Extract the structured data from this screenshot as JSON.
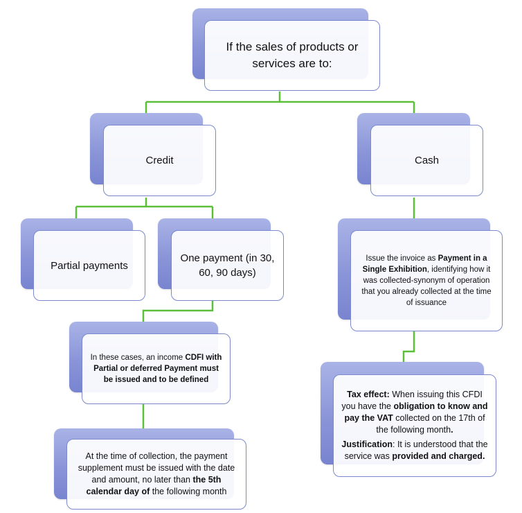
{
  "diagram": {
    "root": "If the sales of products or services are to:",
    "credit": "Credit",
    "cash": "Cash",
    "partial_payments": "Partial payments",
    "one_payment": "One payment (in 30, 60, 90 days)",
    "cdfi_note": {
      "a": "In these cases, an income ",
      "b": "CDFI with Partial or deferred Payment must be issued and to be defined"
    },
    "collection_note": {
      "a": "At the time of collection, the payment supplement must be issued with the date and amount, no later than ",
      "b": "the 5th calendar day of",
      "c": " the following month"
    },
    "cash_invoice": {
      "a": "Issue the invoice as ",
      "b": "Payment in a Single Exhibition",
      "c": ", identifying how it was collected-synonym of operation that you already collected at the time of issuance"
    },
    "tax_effect": {
      "label": "Tax effect:",
      "a": " When issuing this CFDI you have the ",
      "b": "obligation to know and pay the VAT",
      "c": " collected on the 17th of the following month",
      "d": "."
    },
    "justification": {
      "label": "Justification",
      "a": ": It is understood that the service was ",
      "b": "provided and charged."
    }
  },
  "colors": {
    "connector": "#5cbf3a",
    "box_back": "#8a95d8",
    "box_border": "#7b88cf"
  }
}
